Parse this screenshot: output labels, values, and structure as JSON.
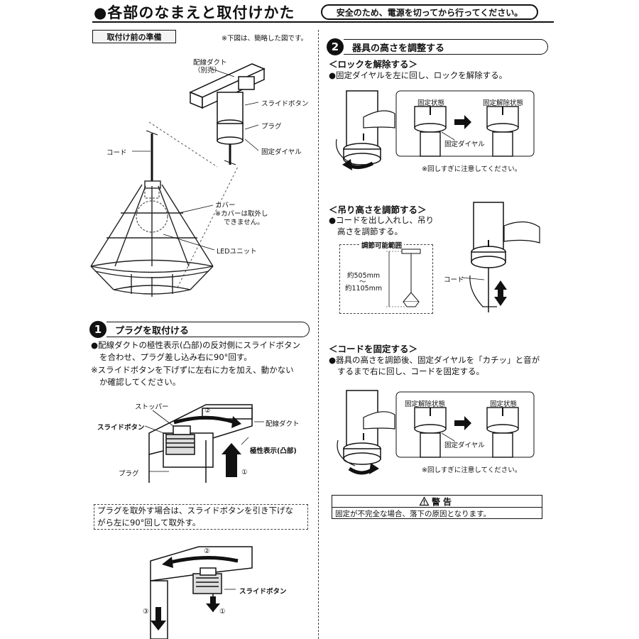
{
  "header": {
    "title": "●各部のなまえと取付けかた",
    "safety_notice": "安全のため、電源を切ってから行ってください。"
  },
  "preparation": {
    "label": "取付け前の準備",
    "note": "※下図は、簡略した図です。",
    "parts": {
      "duct": "配線ダクト",
      "duct_note": "（別売）",
      "slide_button": "スライドボタン",
      "plug": "プラグ",
      "dial": "固定ダイヤル",
      "cord": "コード",
      "cover": "カバー",
      "cover_note1": "※カバーは取外し",
      "cover_note2": "できません。",
      "led": "LEDユニット"
    }
  },
  "step1": {
    "num": "1",
    "title": "プラグを取付ける",
    "line1": "●配線ダクトの極性表示(凸部)の反対側にスライドボタン",
    "line2": "を合わせ、プラグ差し込み右に90°回す。",
    "line3": "※スライドボタンを下げずに左右に力を加え、動かない",
    "line4": "か確認してください。",
    "diagram": {
      "stopper": "ストッパー",
      "slide_button": "スライドボタン",
      "duct": "配線ダクト",
      "polarity": "極性表示(凸部)",
      "plug": "プラグ",
      "c1": "①",
      "c2": "②"
    },
    "remove_line1": "プラグを取外す場合は、スライドボタンを引き下げな",
    "remove_line2": "がら左に90°回して取外す。",
    "remove_diagram": {
      "slide_button": "スライドボタン",
      "c1": "①",
      "c2": "②",
      "c3": "③"
    }
  },
  "step2": {
    "num": "2",
    "title": "器具の高さを調整する",
    "unlock": {
      "heading": "＜ロックを解除する＞",
      "text": "●固定ダイヤルを左に回し、ロックを解除する。",
      "state_fixed": "固定状態",
      "state_released": "固定解除状態",
      "dial": "固定ダイヤル",
      "caution": "※回しすぎに注意してください。"
    },
    "height": {
      "heading": "＜吊り高さを調節する＞",
      "text1": "●コードを出し入れし、吊り",
      "text2": "高さを調節する。",
      "range_label": "調節可能範囲",
      "range_min": "約505mm",
      "range_tilde": "〜",
      "range_max": "約1105mm",
      "cord": "コード"
    },
    "fix": {
      "heading": "＜コードを固定する＞",
      "text1": "●器具の高さを調節後、固定ダイヤルを「カチッ」と音が",
      "text2": "するまで右に回し、コードを固定する。",
      "state_released": "固定解除状態",
      "state_fixed": "固定状態",
      "dial": "固定ダイヤル",
      "caution": "※回しすぎに注意してください。"
    }
  },
  "warning": {
    "title": "警告",
    "text": "固定が不完全な場合、落下の原因となります。"
  }
}
